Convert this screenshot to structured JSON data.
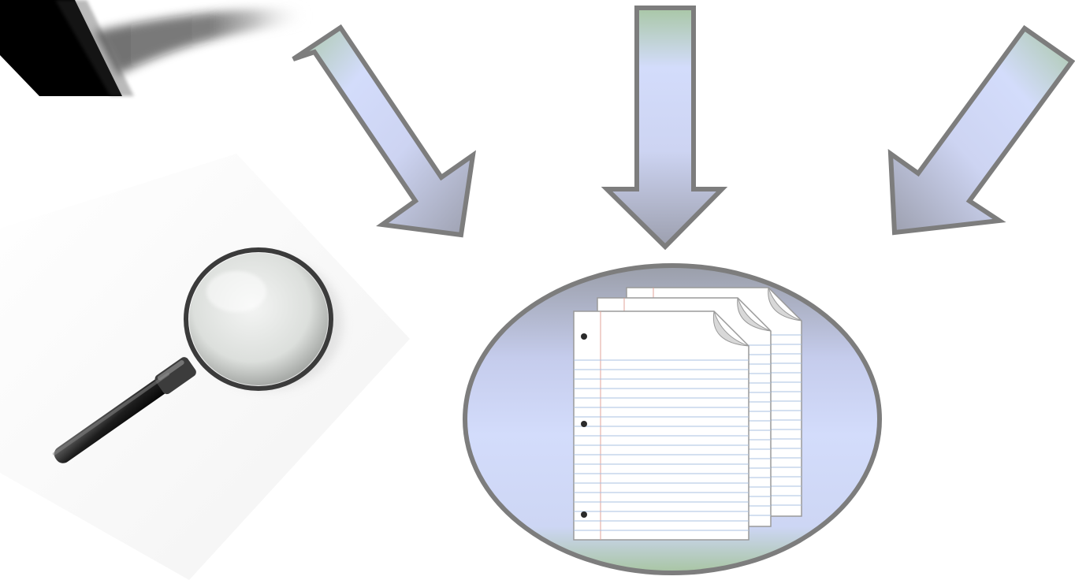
{
  "diagram": {
    "background_color": "#ffffff",
    "arrows": [
      {
        "id": "arrow-left",
        "direction": "down-right",
        "points_to": "document-stack"
      },
      {
        "id": "arrow-center",
        "direction": "down",
        "points_to": "document-stack"
      },
      {
        "id": "arrow-right",
        "direction": "down-left",
        "points_to": "document-stack"
      }
    ],
    "arrow_style": {
      "fill_top": "#a9c7a6",
      "fill_mid": "#d3dcfb",
      "fill_bottom": "#9c9fae",
      "stroke": "#7d7d7d"
    },
    "hub": {
      "shape": "ellipse",
      "fill_top": "#9a9ea9",
      "fill_mid": "#d3dcfb",
      "fill_bottom": "#a8c5a2",
      "stroke": "#7d7d7d",
      "contents": "stacked-lined-paper-icon",
      "sheet_count": 3
    },
    "images": [
      {
        "id": "magnifying-glass",
        "description_icon": "magnifying-glass-icon"
      },
      {
        "id": "pen-fragment",
        "description_icon": "pen-icon"
      }
    ]
  }
}
